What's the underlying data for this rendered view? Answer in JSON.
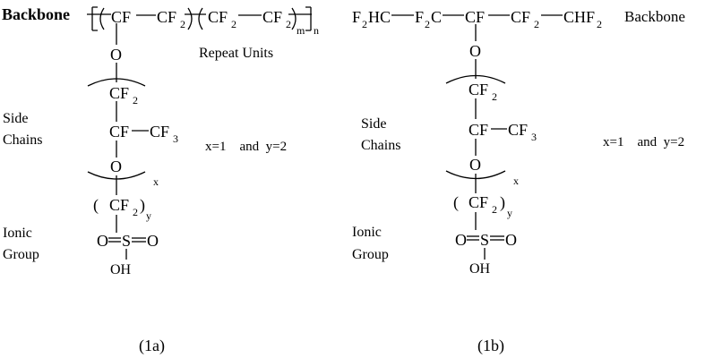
{
  "panel_a": {
    "caption": "(1a)",
    "backbone_label": "Backbone",
    "repeat_units_label": "Repeat Units",
    "side_chains_label_1": "Side",
    "side_chains_label_2": "Chains",
    "ionic_group_label_1": "Ionic",
    "ionic_group_label_2": "Group",
    "xy_text": "x=1    and  y=2",
    "chain": {
      "cf": "CF",
      "cf2": "CF",
      "sub2": "2",
      "sub3": "3",
      "m": "m",
      "n": "n",
      "o": "O",
      "cf3": "CF",
      "x": "x",
      "y": "y",
      "s": "S",
      "oh": "OH"
    }
  },
  "panel_b": {
    "caption": "(1b)",
    "backbone_label": "Backbone",
    "side_chains_label_1": "Side",
    "side_chains_label_2": "Chains",
    "ionic_group_label_1": "Ionic",
    "ionic_group_label_2": "Group",
    "xy_text": "x=1    and  y=2",
    "chain": {
      "f": "F",
      "hc": "HC",
      "c": "C",
      "cf": "CF",
      "chf": "CHF",
      "sub2": "2",
      "sub3": "3",
      "o": "O",
      "x": "x",
      "y": "y",
      "s": "S",
      "oh": "OH"
    }
  }
}
